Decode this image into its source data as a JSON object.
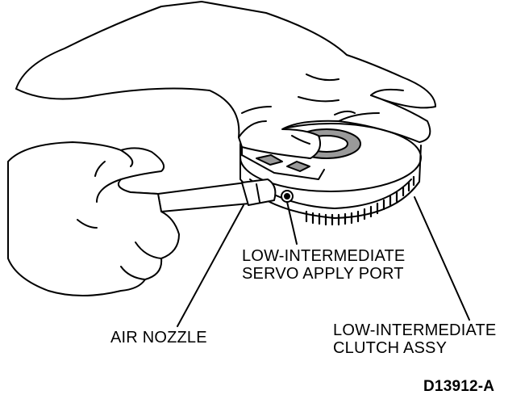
{
  "labels": {
    "servo_port": [
      "LOW-INTERMEDIATE",
      "SERVO APPLY PORT"
    ],
    "air_nozzle": "AIR NOZZLE",
    "clutch_assy": [
      "LOW-INTERMEDIATE",
      "CLUTCH ASSY"
    ]
  },
  "figure_code": "D13912-A",
  "colors": {
    "ink": "#000000",
    "background": "#ffffff",
    "shade": "#9a9a9a"
  }
}
